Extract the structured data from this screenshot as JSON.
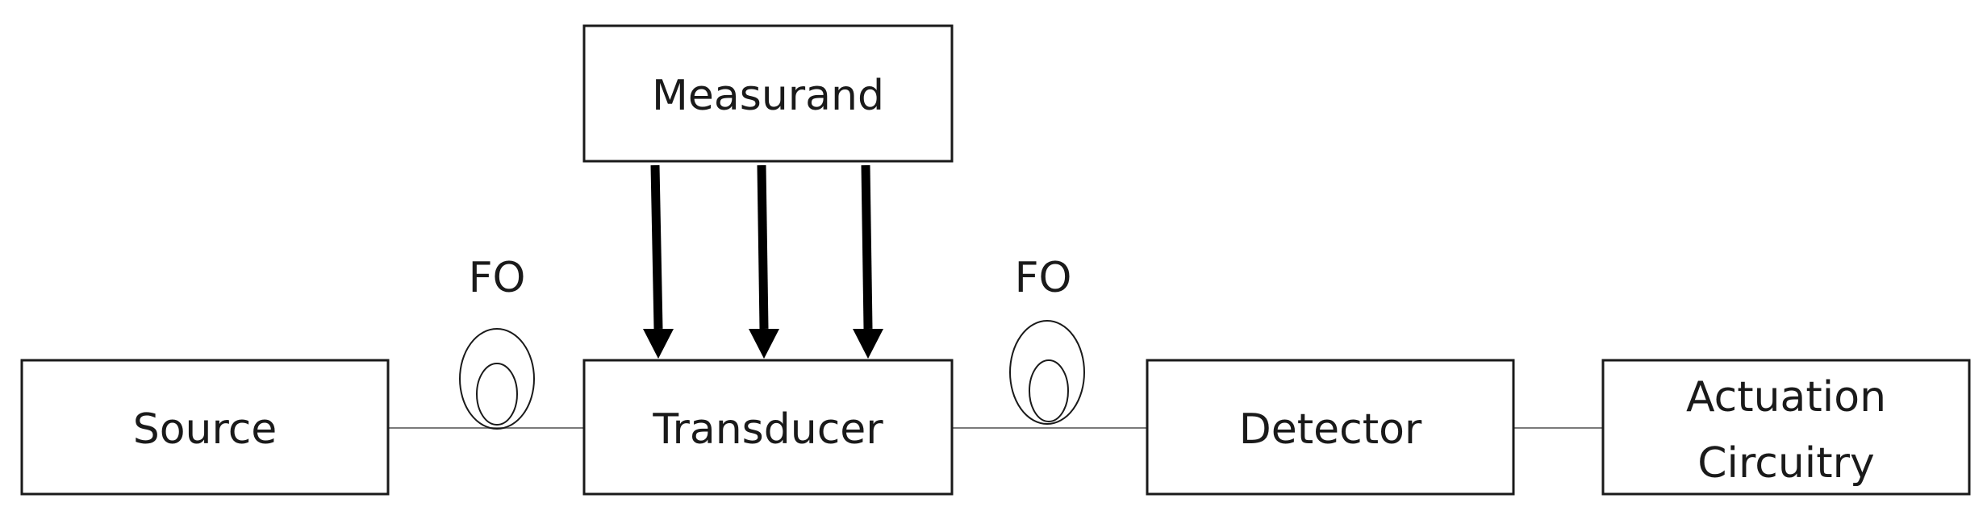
{
  "blocks": {
    "measurand": "Measurand",
    "source": "Source",
    "transducer": "Transducer",
    "detector": "Detector",
    "actuation_line1": "Actuation",
    "actuation_line2": "Circuitry"
  },
  "fiber_labels": {
    "left": "FO",
    "right": "FO"
  }
}
